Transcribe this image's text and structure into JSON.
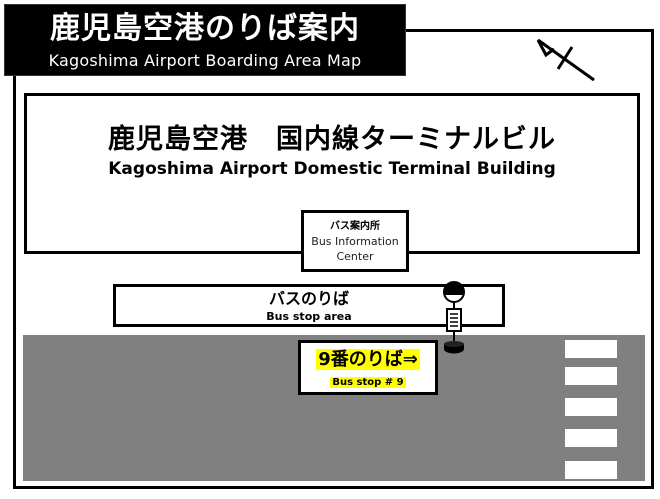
{
  "title": {
    "ja": "鹿児島空港のりば案内",
    "en": "Kagoshima Airport Boarding Area Map"
  },
  "terminal": {
    "ja": "鹿児島空港　国内線ターミナルビル",
    "en": "Kagoshima Airport Domestic Terminal Building"
  },
  "info_center": {
    "ja": "バス案内所",
    "en_line1": "Bus Information",
    "en_line2": "Center"
  },
  "bus_area": {
    "ja": "バスのりば",
    "en": "Bus stop area"
  },
  "stop9": {
    "ja": "9番のりば⇒",
    "en": "Bus stop # 9",
    "highlight_color": "#ffff00"
  },
  "icons": {
    "north_arrow": "north-arrow-icon",
    "bus_stop_sign": "bus-stop-sign-icon",
    "crosswalk": "crosswalk-stripes"
  },
  "colors": {
    "road": "#808080",
    "banner_bg": "#000000",
    "banner_text": "#ffffff",
    "outline": "#000000"
  },
  "crosswalk": {
    "stripe_count": 5
  }
}
